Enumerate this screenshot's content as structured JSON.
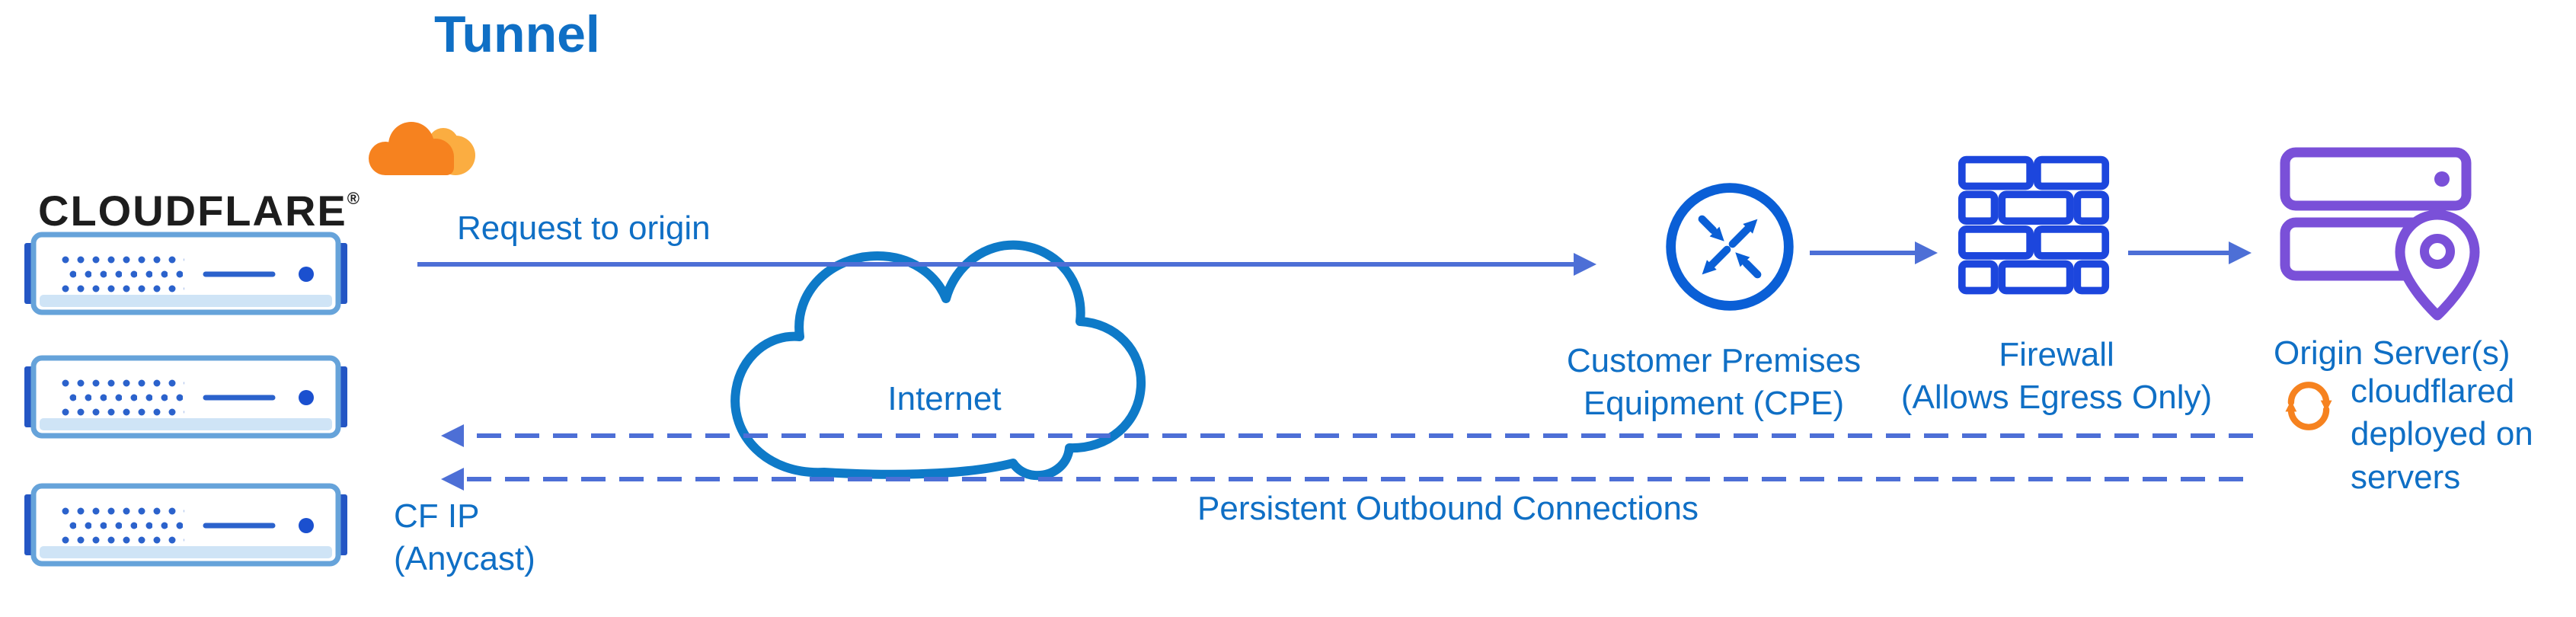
{
  "title": "Tunnel",
  "brand": {
    "name": "CLOUDFLARE",
    "registered": "®"
  },
  "nodes": {
    "request_label": "Request to origin",
    "internet_label": "Internet",
    "cpe_label": "Customer Premises\nEquipment (CPE)",
    "firewall_label": "Firewall\n(Allows Egress Only)",
    "origin_label": "Origin Server(s)",
    "cloudflared_label": "cloudflared\ndeployed on\nservers",
    "persistent_label": "Persistent Outbound Connections",
    "cf_ip_label": "CF IP\n(Anycast)"
  },
  "icons": {
    "logo": "cloudflare-cloud-icon",
    "edge_server": "server-rack-icon",
    "internet": "internet-cloud-icon",
    "cpe": "router-arrows-icon",
    "firewall": "brick-wall-icon",
    "origin": "server-with-location-pin-icon",
    "cloudflared": "sync-arrows-icon"
  },
  "colors": {
    "text_blue": "#0f6fc5",
    "arrow_blue": "#4d6fd6",
    "cloud_blue": "#0e7ac8",
    "cpe_blue": "#0a5fd6",
    "firewall_blue": "#1c46dd",
    "origin_purple": "#7a50d8",
    "brand_orange": "#f6821f",
    "brand_orange_light": "#fbad41",
    "brand_black": "#1d1d1d",
    "server_border": "#66a3da",
    "server_dark": "#2b62cc",
    "server_tab": "#2456c4",
    "server_band": "#cfe4f6"
  }
}
